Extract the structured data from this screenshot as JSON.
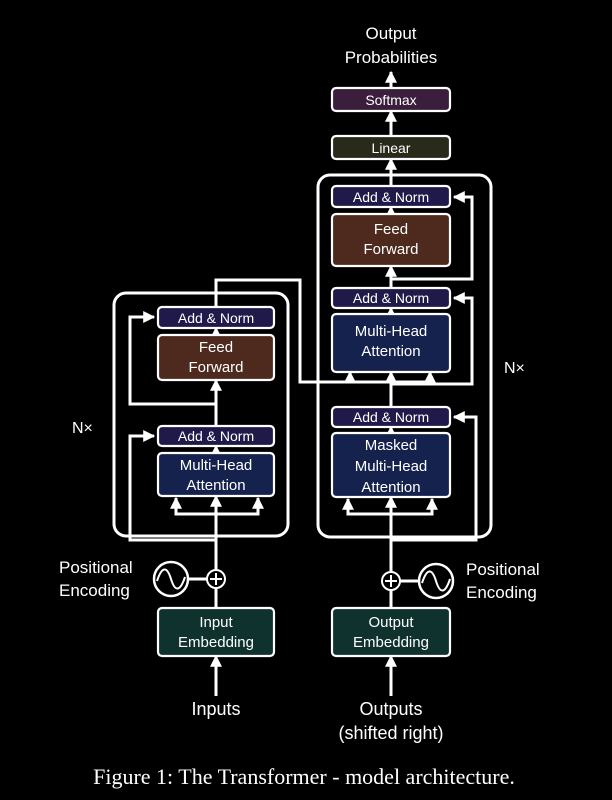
{
  "output_probabilities": [
    "Output",
    "Probabilities"
  ],
  "softmax": "Softmax",
  "linear": "Linear",
  "add_norm": "Add & Norm",
  "feed_forward": [
    "Feed",
    "Forward"
  ],
  "multi_head_attention": [
    "Multi-Head",
    "Attention"
  ],
  "masked_multi_head_attention": [
    "Masked",
    "Multi-Head",
    "Attention"
  ],
  "nx": "N×",
  "positional_encoding": [
    "Positional",
    "Encoding"
  ],
  "input_embedding": [
    "Input",
    "Embedding"
  ],
  "output_embedding": [
    "Output",
    "Embedding"
  ],
  "inputs": "Inputs",
  "outputs": [
    "Outputs",
    "(shifted right)"
  ],
  "caption": "Figure 1: The Transformer - model architecture.",
  "colors": {
    "background": "#000000",
    "add_norm": "#201a4a",
    "attention": "#16224e",
    "feed_forward": "#4e2a1e",
    "embedding": "#10322e",
    "linear": "#2a2a1a",
    "softmax": "#3a1e3c",
    "line": "#ffffff"
  }
}
